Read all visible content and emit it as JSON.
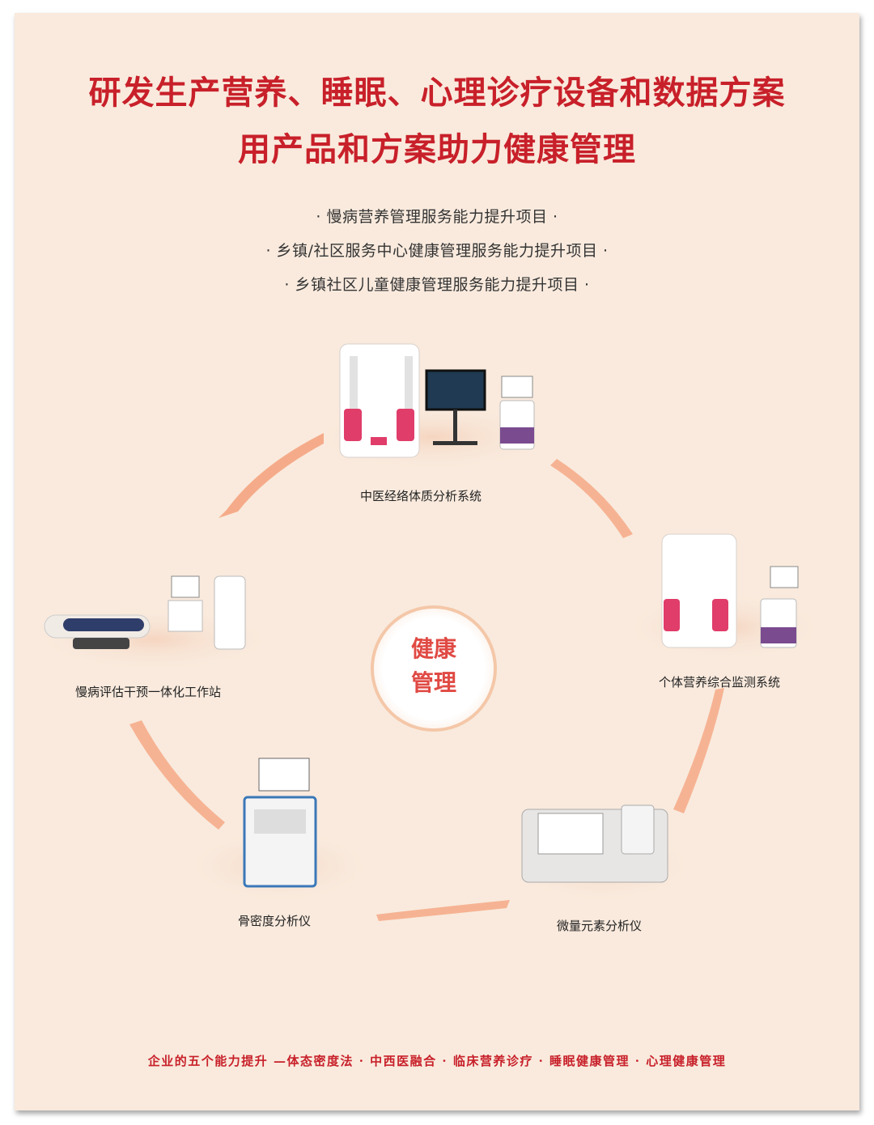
{
  "title": {
    "line1": "研发生产营养、睡眠、心理诊疗设备和数据方案",
    "line2": "用产品和方案助力健康管理"
  },
  "projects": [
    "· 慢病营养管理服务能力提升项目 ·",
    "· 乡镇/社区服务中心健康管理服务能力提升项目 ·",
    "· 乡镇社区儿童健康管理服务能力提升项目 ·"
  ],
  "center": {
    "line1": "健康",
    "line2": "管理"
  },
  "devices": {
    "tcm": "中医经络体质分析系统",
    "chronic": "慢病评估干预一体化工作站",
    "nutrition": "个体营养综合监测系统",
    "bone": "骨密度分析仪",
    "trace": "微量元素分析仪"
  },
  "footer": "企业的五个能力提升 —体态密度法 · 中西医融合 · 临床营养诊疗 · 睡眠健康管理 · 心理健康管理",
  "colors": {
    "title": "#c8202a",
    "background": "#f9eadd",
    "accent": "#f4a07a"
  }
}
